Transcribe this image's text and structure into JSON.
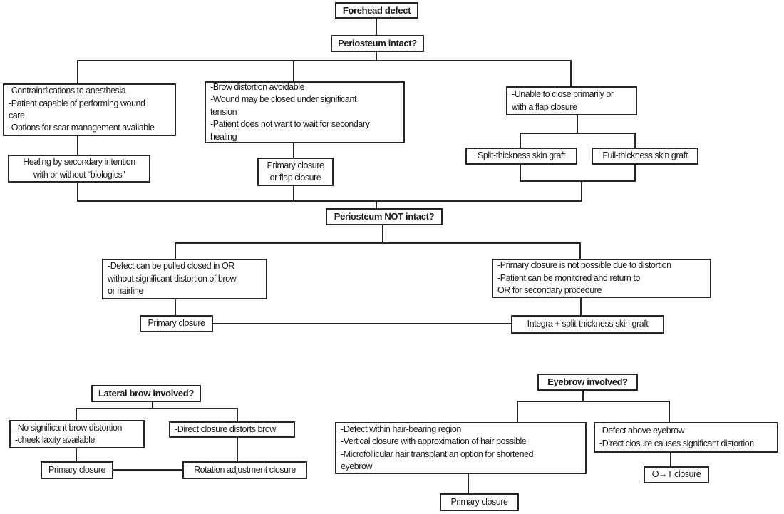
{
  "colors": {
    "line": "#262626",
    "text": "#1a1a1a",
    "background": "#ffffff"
  },
  "nodes": {
    "forehead_defect": {
      "text": "Forehead defect"
    },
    "periosteum_intact": {
      "text": "Periosteum intact?"
    },
    "secondary_criteria": {
      "lines": [
        "-Contraindications to anesthesia",
        "-Patient capable of performing wound",
        "care",
        "-Options for scar management available"
      ]
    },
    "secondary_intention": {
      "lines": [
        "Healing by secondary intention",
        "with or without “biologics”"
      ]
    },
    "primary_criteria": {
      "lines": [
        "-Brow distortion avoidable",
        "-Wound may be closed under significant",
        "tension",
        "-Patient does not want to wait for secondary",
        "healing"
      ]
    },
    "primary_or_flap": {
      "lines": [
        "Primary closure",
        "or flap closure"
      ]
    },
    "graft_criteria": {
      "lines": [
        "-Unable to close primarily or",
        "with a flap closure"
      ]
    },
    "split_graft": {
      "text": "Split-thickness skin graft"
    },
    "full_graft": {
      "text": "Full-thickness skin graft"
    },
    "periosteum_not_intact": {
      "text": "Periosteum NOT intact?"
    },
    "pull_closed_criteria": {
      "lines": [
        "-Defect can be pulled closed in OR",
        "without significant distortion of brow",
        "or hairline"
      ]
    },
    "primary_closure_1": {
      "text": "Primary closure"
    },
    "not_possible_criteria": {
      "lines": [
        "-Primary closure is not possible due to distortion",
        "-Patient can be monitored and return to",
        "OR for secondary procedure"
      ]
    },
    "integra_graft": {
      "text": "Integra + split-thickness skin graft"
    },
    "lateral_brow": {
      "text": "Lateral brow involved?"
    },
    "no_distortion_criteria": {
      "lines": [
        "-No significant brow distortion",
        "-cheek laxity available"
      ]
    },
    "direct_distorts": {
      "text": "-Direct closure distorts brow"
    },
    "primary_closure_2": {
      "text": "Primary closure"
    },
    "rotation_closure": {
      "text": "Rotation adjustment closure"
    },
    "eyebrow_involved": {
      "text": "Eyebrow involved?"
    },
    "hair_bearing_criteria": {
      "lines": [
        "-Defect within hair-bearing region",
        "-Vertical closure with approximation of hair possible",
        "-Microfollicular hair transplant an option for shortened",
        "eyebrow"
      ]
    },
    "above_eyebrow_criteria": {
      "lines": [
        "-Defect above eyebrow",
        "-Direct closure causes significant distortion"
      ]
    },
    "primary_closure_3": {
      "text": "Primary closure"
    },
    "ot_closure": {
      "text": "O→T closure"
    }
  },
  "edges": [
    [
      "forehead_defect",
      "periosteum_intact"
    ],
    [
      "periosteum_intact",
      "secondary_criteria"
    ],
    [
      "periosteum_intact",
      "primary_criteria"
    ],
    [
      "periosteum_intact",
      "graft_criteria"
    ],
    [
      "secondary_criteria",
      "secondary_intention"
    ],
    [
      "primary_criteria",
      "primary_or_flap"
    ],
    [
      "graft_criteria",
      "split_graft"
    ],
    [
      "graft_criteria",
      "full_graft"
    ],
    [
      "secondary_intention",
      "periosteum_not_intact"
    ],
    [
      "primary_or_flap",
      "periosteum_not_intact"
    ],
    [
      "split_graft",
      "periosteum_not_intact"
    ],
    [
      "full_graft",
      "periosteum_not_intact"
    ],
    [
      "periosteum_not_intact",
      "pull_closed_criteria"
    ],
    [
      "periosteum_not_intact",
      "not_possible_criteria"
    ],
    [
      "pull_closed_criteria",
      "primary_closure_1"
    ],
    [
      "not_possible_criteria",
      "integra_graft"
    ],
    [
      "primary_closure_1",
      "integra_graft"
    ],
    [
      "lateral_brow",
      "no_distortion_criteria"
    ],
    [
      "lateral_brow",
      "direct_distorts"
    ],
    [
      "no_distortion_criteria",
      "primary_closure_2"
    ],
    [
      "direct_distorts",
      "rotation_closure"
    ],
    [
      "primary_closure_2",
      "rotation_closure"
    ],
    [
      "eyebrow_involved",
      "hair_bearing_criteria"
    ],
    [
      "eyebrow_involved",
      "above_eyebrow_criteria"
    ],
    [
      "hair_bearing_criteria",
      "primary_closure_3"
    ],
    [
      "above_eyebrow_criteria",
      "ot_closure"
    ]
  ]
}
